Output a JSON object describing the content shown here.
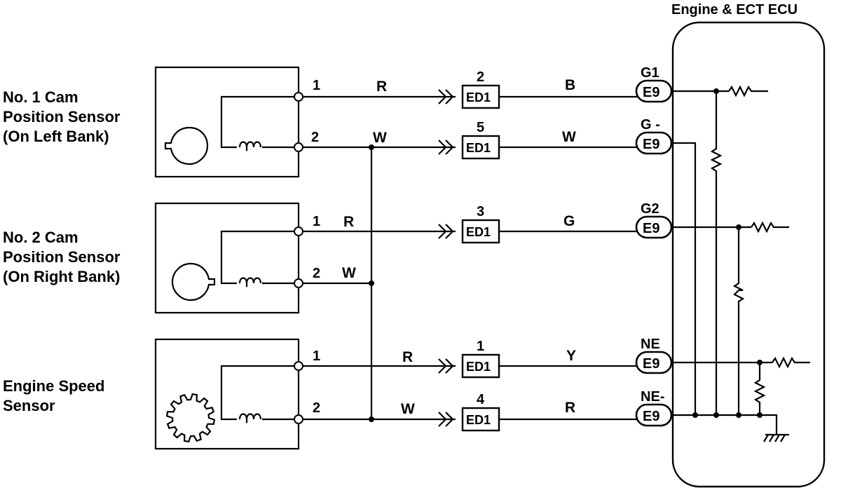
{
  "ecu": {
    "title": "Engine & ECT ECU"
  },
  "sensors": [
    {
      "name_lines": [
        "No. 1 Cam",
        "Position Sensor",
        "(On Left Bank)"
      ],
      "pins": [
        {
          "pin": "1",
          "color": "R"
        },
        {
          "pin": "2",
          "color": "W"
        }
      ]
    },
    {
      "name_lines": [
        "No. 2 Cam",
        "Position Sensor",
        "(On Right Bank)"
      ],
      "pins": [
        {
          "pin": "1",
          "color": "R"
        },
        {
          "pin": "2",
          "color": "W"
        }
      ]
    },
    {
      "name_lines": [
        "Engine Speed",
        "Sensor"
      ],
      "pins": [
        {
          "pin": "1",
          "color": "R"
        },
        {
          "pin": "2",
          "color": "W"
        }
      ]
    }
  ],
  "connectors": [
    {
      "number": "2",
      "code": "ED1",
      "wire_color": "B"
    },
    {
      "number": "5",
      "code": "ED1",
      "wire_color": "W"
    },
    {
      "number": "3",
      "code": "ED1",
      "wire_color": "G"
    },
    {
      "number": "1",
      "code": "ED1",
      "wire_color": "Y"
    },
    {
      "number": "4",
      "code": "ED1",
      "wire_color": "R"
    }
  ],
  "ecu_terminals": [
    {
      "name": "G1",
      "connector": "E9"
    },
    {
      "name": "G -",
      "connector": "E9"
    },
    {
      "name": "G2",
      "connector": "E9"
    },
    {
      "name": "NE",
      "connector": "E9"
    },
    {
      "name": "NE-",
      "connector": "E9"
    }
  ]
}
